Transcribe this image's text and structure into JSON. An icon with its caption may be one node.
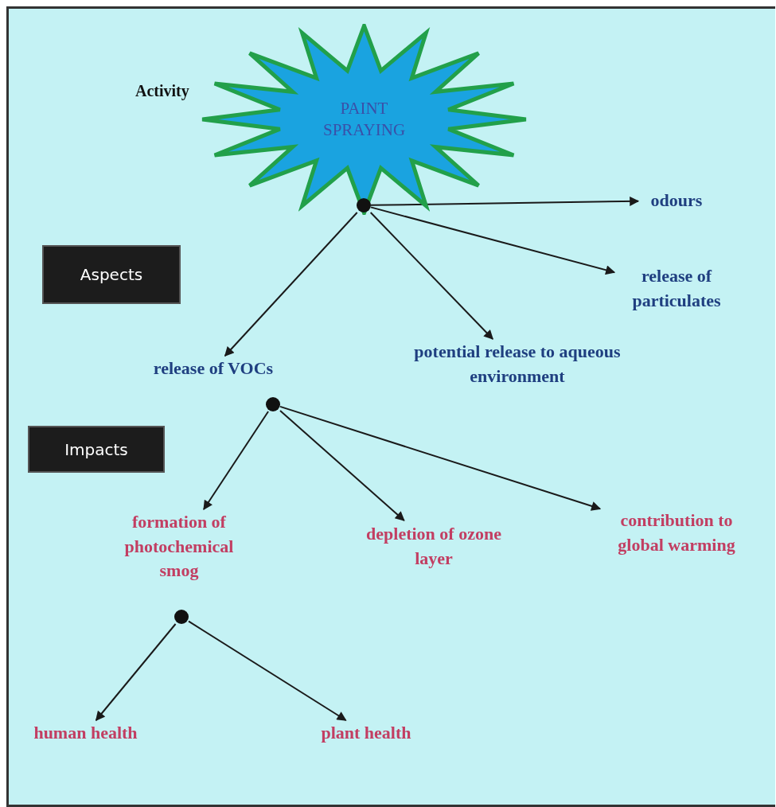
{
  "diagram": {
    "nodes": [
      {
        "text": [
          "PAINT SPRAYING"
        ],
        "beside": [
          "Activity"
        ]
      },
      {
        "text": [],
        "shape": "circle"
      },
      {
        "text": [
          "odours"
        ]
      },
      {
        "text": [
          "Aspects"
        ]
      },
      {
        "text": [
          "release of particulates"
        ]
      },
      {
        "text": [
          "potential release to aqueous environment"
        ]
      },
      {
        "text": [
          "release of VOCs"
        ]
      },
      {
        "text": [],
        "shape": "circle"
      },
      {
        "text": [
          "Impacts"
        ]
      },
      {
        "text": [
          "formation of photochemical smog"
        ]
      },
      {
        "text": [
          "depletion of ozone layer"
        ]
      },
      {
        "text": [
          "contribution to global warming"
        ]
      },
      {
        "text": [],
        "shape": "circle"
      },
      {
        "text": [
          "human health"
        ]
      },
      {
        "text": [
          "plant health"
        ]
      }
    ],
    "edges": [
      {
        "from": 1,
        "to": 2,
        "arrow": "to"
      },
      {
        "from": 1,
        "to": 4,
        "arrow": "to"
      },
      {
        "from": 1,
        "to": 5,
        "arrow": "to"
      },
      {
        "from": 1,
        "to": 6,
        "arrow": "to"
      },
      {
        "from": 7,
        "to": 9,
        "arrow": "to"
      },
      {
        "from": 7,
        "to": 10,
        "arrow": "to"
      },
      {
        "from": 7,
        "to": 11,
        "arrow": "to"
      },
      {
        "from": 12,
        "to": 13,
        "arrow": "to"
      },
      {
        "from": 12,
        "to": 14,
        "arrow": "to"
      }
    ],
    "labels": []
  }
}
